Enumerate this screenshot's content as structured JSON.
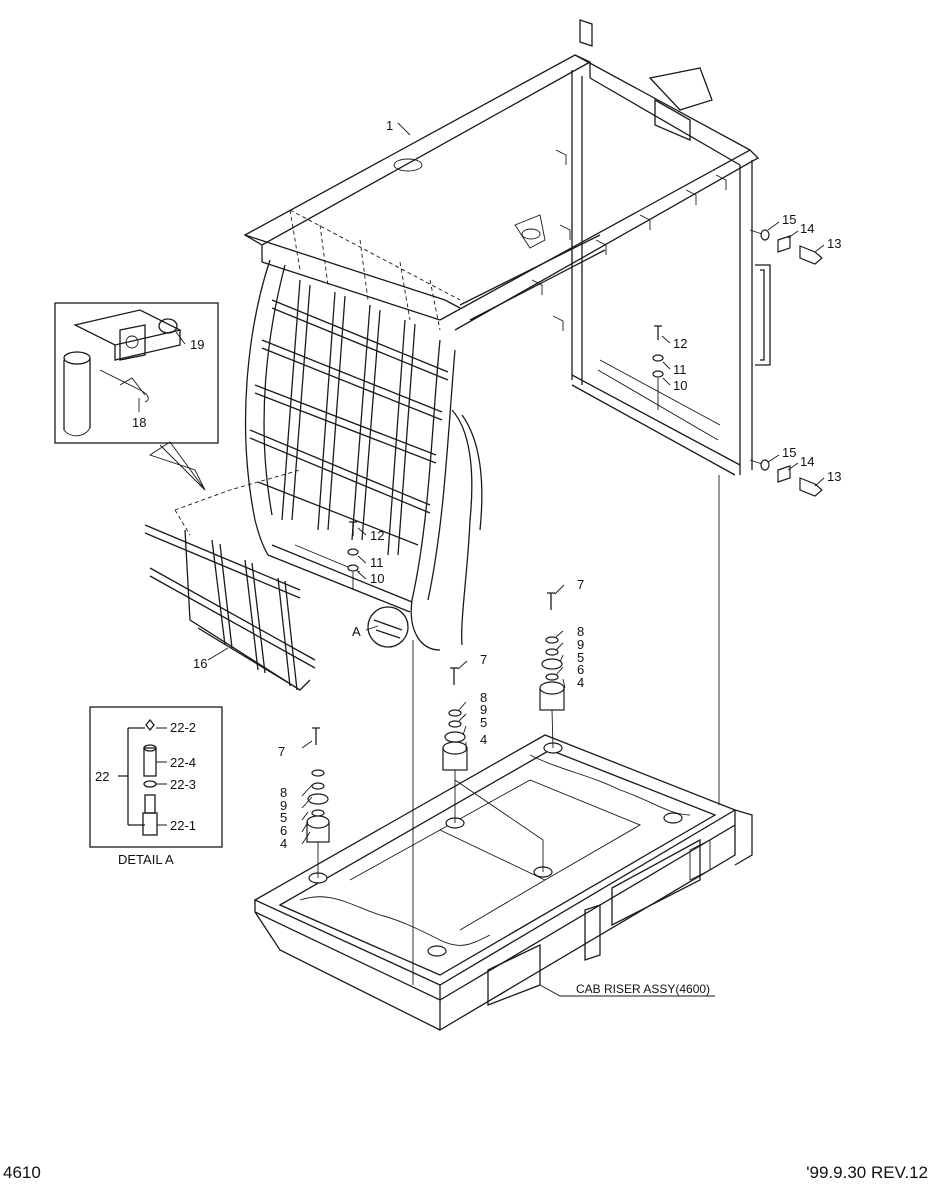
{
  "labels": {
    "frame": "1",
    "mount_a": "4",
    "washer_a": "5",
    "washer_b": "6",
    "bolt_a": "7",
    "washer_c": "8",
    "washer_d": "9",
    "washer_e": "10",
    "washer_f": "11",
    "bolt_b": "12",
    "bolt_c": "13",
    "nut": "14",
    "washer_g": "15",
    "guard": "16",
    "pin": "18",
    "ring": "19",
    "pin_assy": "22",
    "sub1": "22-1",
    "sub2": "22-2",
    "sub3": "22-3",
    "sub4": "22-4",
    "detail_marker": "A"
  },
  "detail_title": "DETAIL A",
  "riser_label": "CAB RISER ASSY(4600)",
  "footer": {
    "page": "4610",
    "revision": "'99.9.30 REV.12"
  }
}
